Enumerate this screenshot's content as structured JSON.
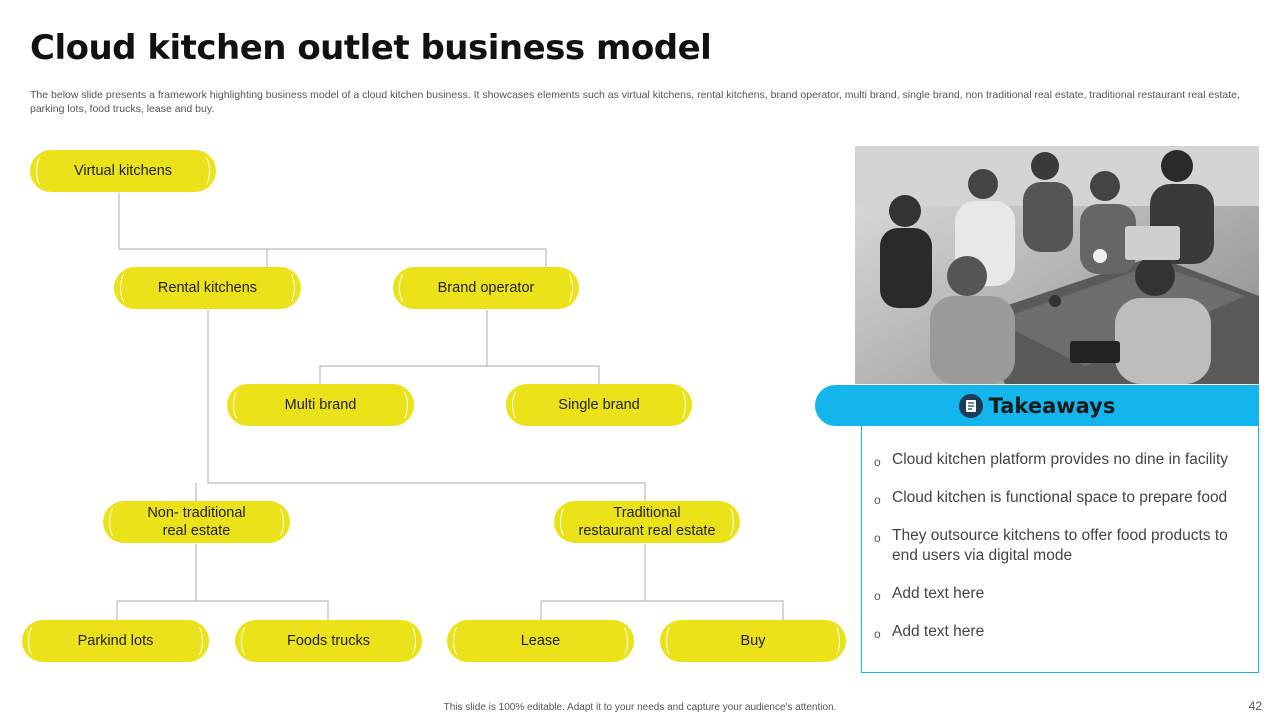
{
  "header": {
    "title": "Cloud kitchen outlet business model",
    "subtitle": "The below slide presents a framework highlighting business model of a cloud kitchen business. It showcases elements such as virtual kitchens, rental kitchens, brand operator, multi brand, single brand, non traditional real estate, traditional restaurant real estate, parking lots, food trucks, lease and buy."
  },
  "diagram": {
    "nodes": [
      {
        "id": "virtual",
        "label": "Virtual kitchens"
      },
      {
        "id": "rental",
        "label": "Rental kitchens"
      },
      {
        "id": "brand",
        "label": "Brand operator"
      },
      {
        "id": "multi",
        "label": "Multi brand"
      },
      {
        "id": "single",
        "label": "Single brand"
      },
      {
        "id": "nontrad",
        "label": "Non- traditional\nreal estate"
      },
      {
        "id": "trad",
        "label": "Traditional\nrestaurant real estate"
      },
      {
        "id": "parking",
        "label": "Parkind lots"
      },
      {
        "id": "trucks",
        "label": "Foods trucks"
      },
      {
        "id": "lease",
        "label": "Lease"
      },
      {
        "id": "buy",
        "label": "Buy"
      }
    ],
    "edges": [
      [
        "virtual",
        "rental"
      ],
      [
        "virtual",
        "brand"
      ],
      [
        "brand",
        "multi"
      ],
      [
        "brand",
        "single"
      ],
      [
        "rental",
        "nontrad"
      ],
      [
        "rental",
        "trad"
      ],
      [
        "nontrad",
        "parking"
      ],
      [
        "nontrad",
        "trucks"
      ],
      [
        "trad",
        "lease"
      ],
      [
        "trad",
        "buy"
      ]
    ],
    "colors": {
      "node": "#ece21a",
      "line": "#bbbbbb"
    }
  },
  "takeaways": {
    "title": "Takeaways",
    "icon": "notepad-icon",
    "accent": "#14b4ec",
    "items": [
      "Cloud kitchen platform provides no dine in facility",
      "Cloud kitchen is functional  space to prepare food",
      "They outsource kitchens to offer food products to end users via digital mode",
      "Add text here",
      "Add text here"
    ]
  },
  "footer": {
    "note": "This slide is 100% editable. Adapt it to your needs and capture your audience's attention.",
    "page": "42"
  }
}
